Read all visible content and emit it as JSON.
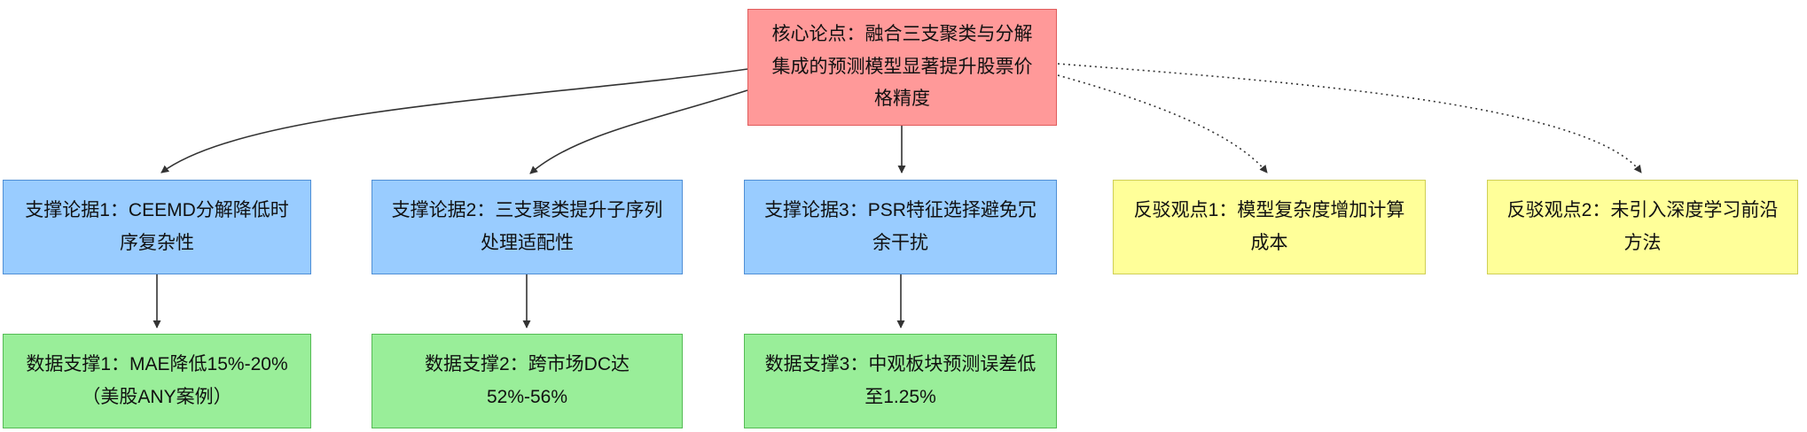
{
  "diagram": {
    "type": "argument-map-flowchart",
    "nodes": {
      "core": {
        "label": "核心论点：融合三支聚类与分解集成的预测模型显著提升股票价格精度",
        "role": "core-claim"
      },
      "support1": {
        "label": "支撑论据1：CEEMD分解降低时序复杂性",
        "role": "supporting-argument"
      },
      "support2": {
        "label": "支撑论据2：三支聚类提升子序列处理适配性",
        "role": "supporting-argument"
      },
      "support3": {
        "label": "支撑论据3：PSR特征选择避免冗余干扰",
        "role": "supporting-argument"
      },
      "rebuttal1": {
        "label": "反驳观点1：模型复杂度增加计算成本",
        "role": "counter-argument"
      },
      "rebuttal2": {
        "label": "反驳观点2：未引入深度学习前沿方法",
        "role": "counter-argument"
      },
      "data1": {
        "label": "数据支撑1：MAE降低15%-20%（美股ANY案例）",
        "role": "data-evidence"
      },
      "data2": {
        "label": "数据支撑2：跨市场DC达52%-56%",
        "role": "data-evidence"
      },
      "data3": {
        "label": "数据支撑3：中观板块预测误差低至1.25%",
        "role": "data-evidence"
      }
    },
    "edges": [
      {
        "from": "core",
        "to": "support1",
        "style": "solid"
      },
      {
        "from": "core",
        "to": "support2",
        "style": "solid"
      },
      {
        "from": "core",
        "to": "support3",
        "style": "solid"
      },
      {
        "from": "core",
        "to": "rebuttal1",
        "style": "dotted"
      },
      {
        "from": "core",
        "to": "rebuttal2",
        "style": "dotted"
      },
      {
        "from": "support1",
        "to": "data1",
        "style": "solid"
      },
      {
        "from": "support2",
        "to": "data2",
        "style": "solid"
      },
      {
        "from": "support3",
        "to": "data3",
        "style": "solid"
      }
    ],
    "colors": {
      "core_fill": "#ff9999",
      "support_fill": "#99ccff",
      "rebuttal_fill": "#ffff99",
      "data_fill": "#99ee99",
      "edge_stroke": "#333333",
      "background": "#ffffff"
    }
  }
}
